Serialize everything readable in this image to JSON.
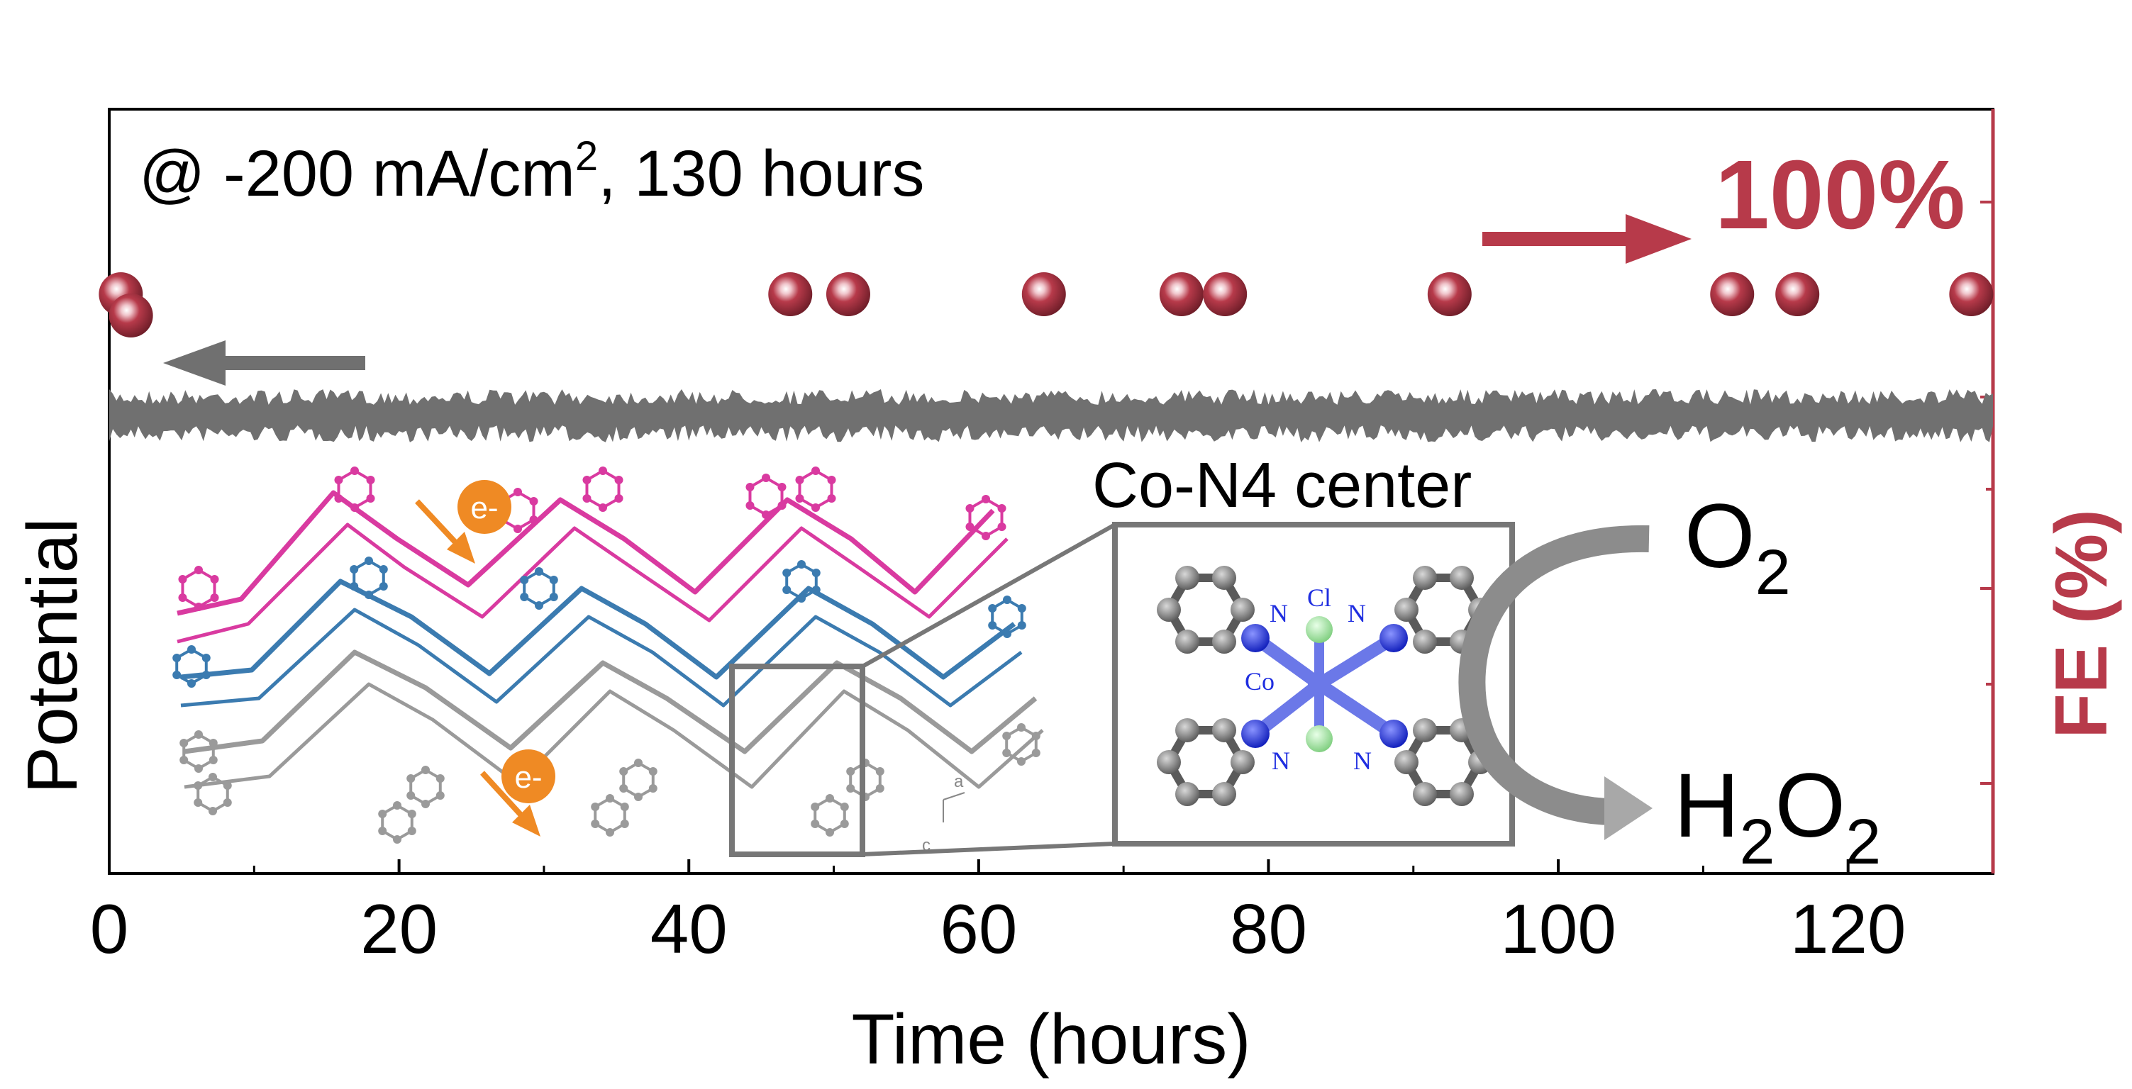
{
  "chart_data": {
    "type": "scatter",
    "title": "",
    "annotation": {
      "prefix": "@ -200 mA/cm",
      "sup": "2",
      "suffix": ", 130 hours"
    },
    "xlabel": "Time (hours)",
    "ylabel_left": "Potential",
    "ylabel_right": "FE (%)",
    "xlim": [
      0,
      130
    ],
    "x_ticks": [
      0,
      20,
      40,
      60,
      80,
      100,
      120
    ],
    "fe_label": "100%",
    "series": [
      {
        "name": "FE",
        "axis": "right",
        "color": "#b73a4a",
        "marker": "sphere",
        "x": [
          0.8,
          1.5,
          47,
          51,
          64.5,
          74,
          77,
          92.5,
          112,
          116.5,
          128.5
        ],
        "y": [
          100,
          98,
          100,
          100,
          100,
          100,
          100,
          100,
          100,
          100,
          100
        ]
      },
      {
        "name": "Potential",
        "axis": "left",
        "color": "#707070",
        "style": "noisy-band",
        "x_range": [
          0,
          130
        ]
      }
    ],
    "grid": false,
    "arrows": [
      {
        "direction": "left",
        "color": "#707070",
        "meaning": "potential-axis"
      },
      {
        "direction": "right",
        "color": "#b73a4a",
        "meaning": "FE-axis"
      }
    ]
  },
  "inset": {
    "label": "Co-N4 center",
    "electron": "e-",
    "reactant": {
      "base": "O",
      "sub": "2"
    },
    "product": {
      "a": "H",
      "sub1": "2",
      "b": "O",
      "sub2": "2"
    },
    "atoms": {
      "co": "Co",
      "cl": "Cl",
      "n": "N"
    },
    "cell_axes": {
      "a": "a",
      "c": "c"
    }
  },
  "colors": {
    "fe": "#b73a4a",
    "potential": "#707070",
    "axis": "#000000",
    "electron": "#ef8a24",
    "chain_pink": "#d93aa0",
    "chain_blue": "#3b7bb0",
    "chain_grey": "#9a9a9a",
    "nitrogen": "#1f2ee0",
    "cobalt": "#6b78e8",
    "chlorine": "#9ae89a"
  }
}
